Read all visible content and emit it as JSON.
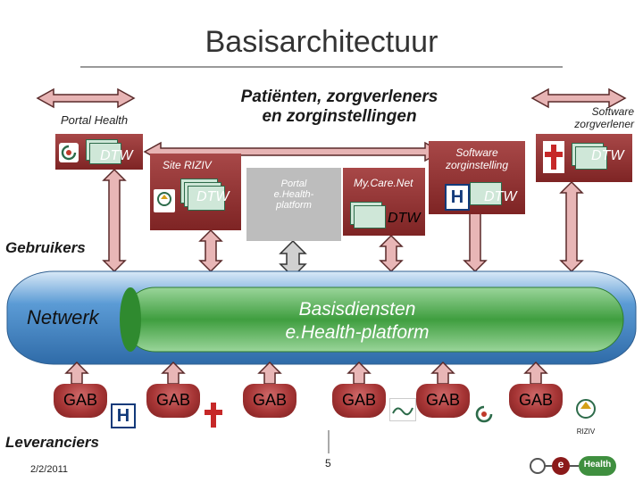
{
  "title": "Basisarchitectuur",
  "headline_line1": "Patiënten, zorgverleners",
  "headline_line2": "en zorginstellingen",
  "portal_health_label": "Portal Health",
  "site_riziv_label": "Site RIZIV",
  "portal_ehealth_line1": "Portal",
  "portal_ehealth_line2": "e.Health-",
  "portal_ehealth_line3": "platform",
  "mycarenet_label": "My.Care.Net",
  "software_zorginstelling_line1": "Software",
  "software_zorginstelling_line2": "zorginstelling",
  "software_zorgverlener_line1": "Software",
  "software_zorgverlener_line2": "zorgverlener",
  "dtw_label": "DTW",
  "gebruikers_label": "Gebruikers",
  "netwerk_label": "Netwerk",
  "basisdiensten_line1": "Basisdiensten",
  "basisdiensten_line2": "e.Health-platform",
  "gab_label": "GAB",
  "leveranciers_label": "Leveranciers",
  "date": "2/2/2011",
  "page_number": "5",
  "logo_e": "e",
  "logo_health": "Health",
  "riziv_text": "RIZIV",
  "hospital_letter": "H",
  "colors": {
    "red_box": "#8e3030",
    "green_stack": "#2d6b4a",
    "pipe_blue": "#4f8fc8",
    "bus_green": "#4cae4c",
    "arrow_pink": "#e7b4b4"
  }
}
